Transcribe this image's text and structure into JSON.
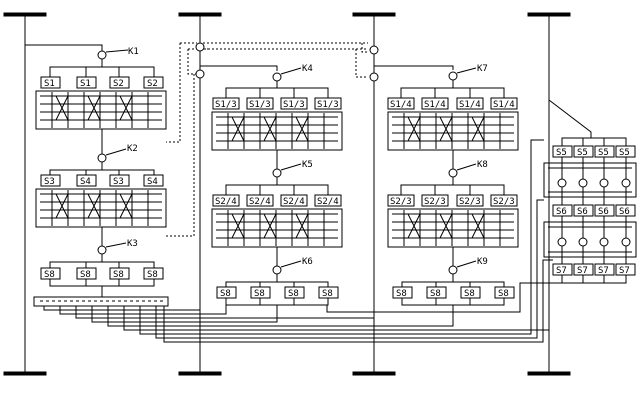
{
  "diagram": {
    "nodes": {
      "k1": "K1",
      "k2": "K2",
      "k3": "K3",
      "k4": "K4",
      "k5": "K5",
      "k6": "K6",
      "k7": "K7",
      "k8": "K8",
      "k9": "K9"
    },
    "col1": {
      "row1": [
        "S1",
        "S1",
        "S2",
        "S2"
      ],
      "row2": [
        "S3",
        "S4",
        "S3",
        "S4"
      ],
      "row3": [
        "S8",
        "S8",
        "S8",
        "S8"
      ]
    },
    "col2": {
      "row1": [
        "S1/3",
        "S1/3",
        "S1/3",
        "S1/3"
      ],
      "row2": [
        "S2/4",
        "S2/4",
        "S2/4",
        "S2/4"
      ],
      "row3": [
        "S8",
        "S8",
        "S8",
        "S8"
      ]
    },
    "col3": {
      "row1": [
        "S1/4",
        "S1/4",
        "S1/4",
        "S1/4"
      ],
      "row2": [
        "S2/3",
        "S2/3",
        "S2/3",
        "S2/3"
      ],
      "row3": [
        "S8",
        "S8",
        "S8",
        "S8"
      ]
    },
    "col4": {
      "row1": [
        "S5",
        "S5",
        "S5",
        "S5"
      ],
      "row2": [
        "S6",
        "S6",
        "S6",
        "S6"
      ],
      "row3": [
        "S7",
        "S7",
        "S7",
        "S7"
      ]
    }
  }
}
